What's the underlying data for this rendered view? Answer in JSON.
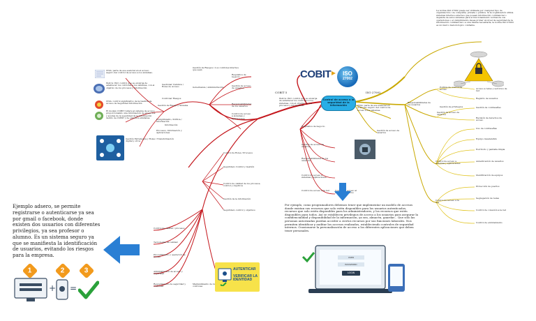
{
  "center": {
    "label": "Control de acceso a la seguridad de la información"
  },
  "logos": {
    "cobit": "COBIT",
    "iso_top": "ISO",
    "iso_num": "27002"
  },
  "branches": {
    "cobit_label": "COBIT 5",
    "iso_label": "ISO 27002"
  },
  "top_right_note": "La norma ISO 27002 puede ser utilizada por cualquier tipo de organización o de compañía, privada o pública. Si la organización utiliza sistemas internos externos que posean información confidencial o dependa de estos sistemas para el funcionamiento normal de sus operaciones o el cumplimiento desea probar un nivel de seguridad de la información confidencial o a una misma necesitarla, la norma ISO 27002 es un marco metodológico confiable.",
  "bottom_center_note": "Por ejemplo, como programadores debemos tener que implementar un modelo de accesos donde existan sus recursos que solo estén disponibles para los usuarios autenticados, recursos que solo estén disponibles para los administradores, y los recursos que estén disponibles para todos. Así se establecen privilegios de acceso a los usuarios para asegurar la confidencialidad y disponibilidad de la información, ya sea, almacén, guardar... Que sólo las personas autorizadas puedan acceder a ciertos recursos por sus funciones laborales. Nos permiten identificar y auditar los accesos realizados, estableciendo controles de seguridad internos. Ocasionarse la personalización de acceso a los diferentes aplicaciones que deben tener personales.",
  "bottom_left_note": "Ejemplo adsero, se permite registrarse o autenticarse ya sea por gmail o facebook, donde existen dos usuarios con diferentes privilegios, ya sea profesor o alumno. Es un sistema seguro ya que se manifiesta la identificación de usuarios, evitando los riesgos para la empresa.",
  "steps": [
    "1",
    "2",
    "3"
  ],
  "auth_card": {
    "line1": "AUTENTICAR",
    "line2": "VERIFICAR LA IDENTIDAD"
  },
  "login": {
    "user": "USER",
    "pass": "PASSWORD",
    "btn": "LOGIN"
  },
  "left_notes": [
    "CISA: parte de ese esencial en el acceso seguro del control de acceso a los sistemas.",
    "ISACA: ISO: control que se encarga de establecer los controles a los sistemas, con el objetivo de los procesos y información.",
    "CISA: control significativo de la Gestión de Acceso de Seguridad Información.",
    "El modelo COBIT refiere al sistema de acceso proporcionando una información de proyectos y ayudas de la seguridad de la información dentro de COBIT y de entornos similares."
  ],
  "left_mid_items": [
    "Gestionar Cambios / Roles de Acceso",
    "Controlar Riesgos",
    "Gestión de Riesgo y Sistema",
    "Cumplimiento, Política / Información",
    "Información",
    "Procesos, Información y Aplicaciones"
  ],
  "mid_items": [
    "Gestión Estratégica y Roles / Transformación digital y otros",
    "Gestión de Riesgos / Los controles internos que sean",
    "Gobernanza / Administración"
  ],
  "mid_list": [
    "Control de Roles / Procesos",
    "Seguridad, Control y Gestión",
    "Control de calidad de los procesos, control y objetivos",
    "Gestión de la información",
    "Seguridad, control y objetivos"
  ],
  "bottom_left_list": [
    "Control de calidad / procesos",
    "Tecnologías de calidad",
    "Procedimiento y operación de acceso",
    "Administración de acceso y seguridad",
    "Requerimiento de seguridad y controles",
    "Mantenimiento de los controles"
  ],
  "center_list": [
    "Requisitos de negocio",
    "Gestión de acceso de usuarios",
    "Responsabilidades de los usuarios",
    "Control de acceso a sistemas y aplicaciones",
    "Control de acceso a la red",
    "Control de acceso al sistema operativo"
  ],
  "right_list": [
    "Política de control de acceso",
    "Acceso a redes y servicios de red",
    "Registro de usuarios",
    "Gestión de privilegios",
    "Gestión de contraseñas",
    "Revisión de derechos de acceso",
    "Uso de contraseñas",
    "Equipo desatendido",
    "Escritorio y pantalla limpia",
    "Autenticación de usuarios",
    "Identificación de equipos",
    "Protección de puertos",
    "Segregación de redes",
    "Control de conexión a la red",
    "Control de enrutamiento"
  ],
  "colors": {
    "center": "#29aee6",
    "cobit_branch": "#c4161c",
    "iso_branch": "#c9a800",
    "iso_sub": "#e0c21a",
    "arrow_blue": "#2a7fd4",
    "badge": "#f29a1c",
    "check": "#2aa13a",
    "auth_card": "#f7e24a"
  }
}
